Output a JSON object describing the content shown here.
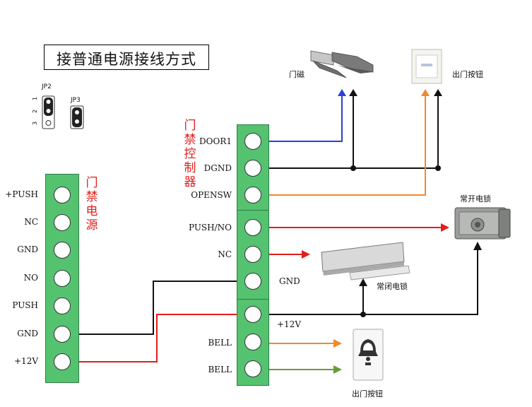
{
  "title": "接普通电源接线方式",
  "jumpers": {
    "jp2_label": "JP2",
    "jp2_pins": [
      "1",
      "2",
      "3"
    ],
    "jp3_label": "JP3"
  },
  "power_supply": {
    "title_chars": [
      "门",
      "禁",
      "电",
      "源"
    ],
    "terminals": [
      "+PUSH",
      "NC",
      "GND",
      "NO",
      "PUSH",
      "GND",
      "+12V"
    ]
  },
  "controller": {
    "title_chars": [
      "门",
      "禁",
      "控",
      "制",
      "器"
    ],
    "terminals": [
      "DOOR1",
      "DGND",
      "OPENSW",
      "PUSH/NO",
      "NC",
      "GND",
      "+12V",
      "BELL",
      "BELL"
    ]
  },
  "devices": {
    "door_sensor": "门磁",
    "exit_button_top": "出门按钮",
    "normally_open_lock": "常开电锁",
    "normally_closed_lock": "常闭电锁",
    "exit_button_bottom": "出门按钮"
  },
  "wire_colors": {
    "blue": "#2b3fd6",
    "black": "#111111",
    "orange": "#f08a2c",
    "red": "#e31c1c",
    "green": "#6a9a3a"
  }
}
